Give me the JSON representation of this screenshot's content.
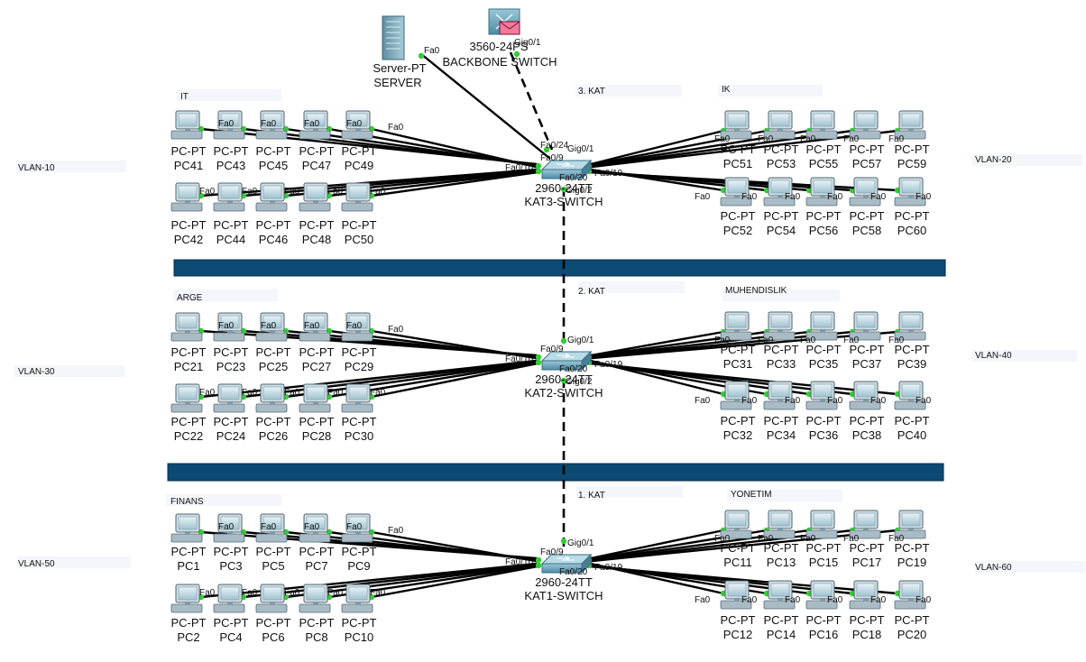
{
  "colors": {
    "separator": "#0b4a73",
    "link": "#000000",
    "port_dot": "#33cc33",
    "zone_box": "#f3f6fb"
  },
  "backbone": {
    "model": "3560-24PS",
    "name": "BACKBONE SWITCH",
    "port": "Gig0/1",
    "icon": "multilayer-switch-icon"
  },
  "server": {
    "model": "Server-PT",
    "name": "SERVER",
    "port": "Fa0",
    "icon": "server-icon"
  },
  "floors": [
    {
      "kat_label": "3. KAT",
      "left_dept": "IT",
      "right_dept": "IK",
      "left_vlan": "VLAN-10",
      "right_vlan": "VLAN-20",
      "switch": {
        "model": "2960-24TT",
        "name": "KAT3-SWITCH",
        "icon": "switch-icon"
      },
      "ports": {
        "up": "Gig0/1",
        "server": "Fa0/24",
        "p9": "Fa0/9",
        "p10": "Fa0/10",
        "p19": "Fa0/19",
        "p20": "Fa0/20",
        "down": "Gig0/2"
      },
      "pcs_left_top": [
        "PC41",
        "PC43",
        "PC45",
        "PC47",
        "PC49"
      ],
      "pcs_left_bottom": [
        "PC42",
        "PC44",
        "PC46",
        "PC48",
        "PC50"
      ],
      "pcs_right_top": [
        "PC51",
        "PC53",
        "PC55",
        "PC57",
        "PC59"
      ],
      "pcs_right_bottom": [
        "PC52",
        "PC54",
        "PC56",
        "PC58",
        "PC60"
      ]
    },
    {
      "kat_label": "2. KAT",
      "left_dept": "ARGE",
      "right_dept": "MUHENDISLIK",
      "left_vlan": "VLAN-30",
      "right_vlan": "VLAN-40",
      "switch": {
        "model": "2960-24TT",
        "name": "KAT2-SWITCH",
        "icon": "switch-icon"
      },
      "ports": {
        "up": "Gig0/1",
        "p9": "Fa0/9",
        "p10": "Fa0/10",
        "p19": "Fa0/19",
        "p20": "Fa0/20",
        "down": "Gig0/2"
      },
      "pcs_left_top": [
        "PC21",
        "PC23",
        "PC25",
        "PC27",
        "PC29"
      ],
      "pcs_left_bottom": [
        "PC22",
        "PC24",
        "PC26",
        "PC28",
        "PC30"
      ],
      "pcs_right_top": [
        "PC31",
        "PC33",
        "PC35",
        "PC37",
        "PC39"
      ],
      "pcs_right_bottom": [
        "PC32",
        "PC34",
        "PC36",
        "PC38",
        "PC40"
      ]
    },
    {
      "kat_label": "1. KAT",
      "left_dept": "FINANS",
      "right_dept": "YONETIM",
      "left_vlan": "VLAN-50",
      "right_vlan": "VLAN-60",
      "switch": {
        "model": "2960-24TT",
        "name": "KAT1-SWITCH",
        "icon": "switch-icon"
      },
      "ports": {
        "up": "Gig0/1",
        "p9": "Fa0/9",
        "p10": "Fa0/10",
        "p19": "Fa0/19",
        "p20": "Fa0/20"
      },
      "pcs_left_top": [
        "PC1",
        "PC3",
        "PC5",
        "PC7",
        "PC9"
      ],
      "pcs_left_bottom": [
        "PC2",
        "PC4",
        "PC6",
        "PC8",
        "PC10"
      ],
      "pcs_right_top": [
        "PC11",
        "PC13",
        "PC15",
        "PC17",
        "PC19"
      ],
      "pcs_right_bottom": [
        "PC12",
        "PC14",
        "PC16",
        "PC18",
        "PC20"
      ]
    }
  ],
  "pc_model": "PC-PT",
  "pc_port": "Fa0",
  "pc_icon": "desktop-pc-icon"
}
